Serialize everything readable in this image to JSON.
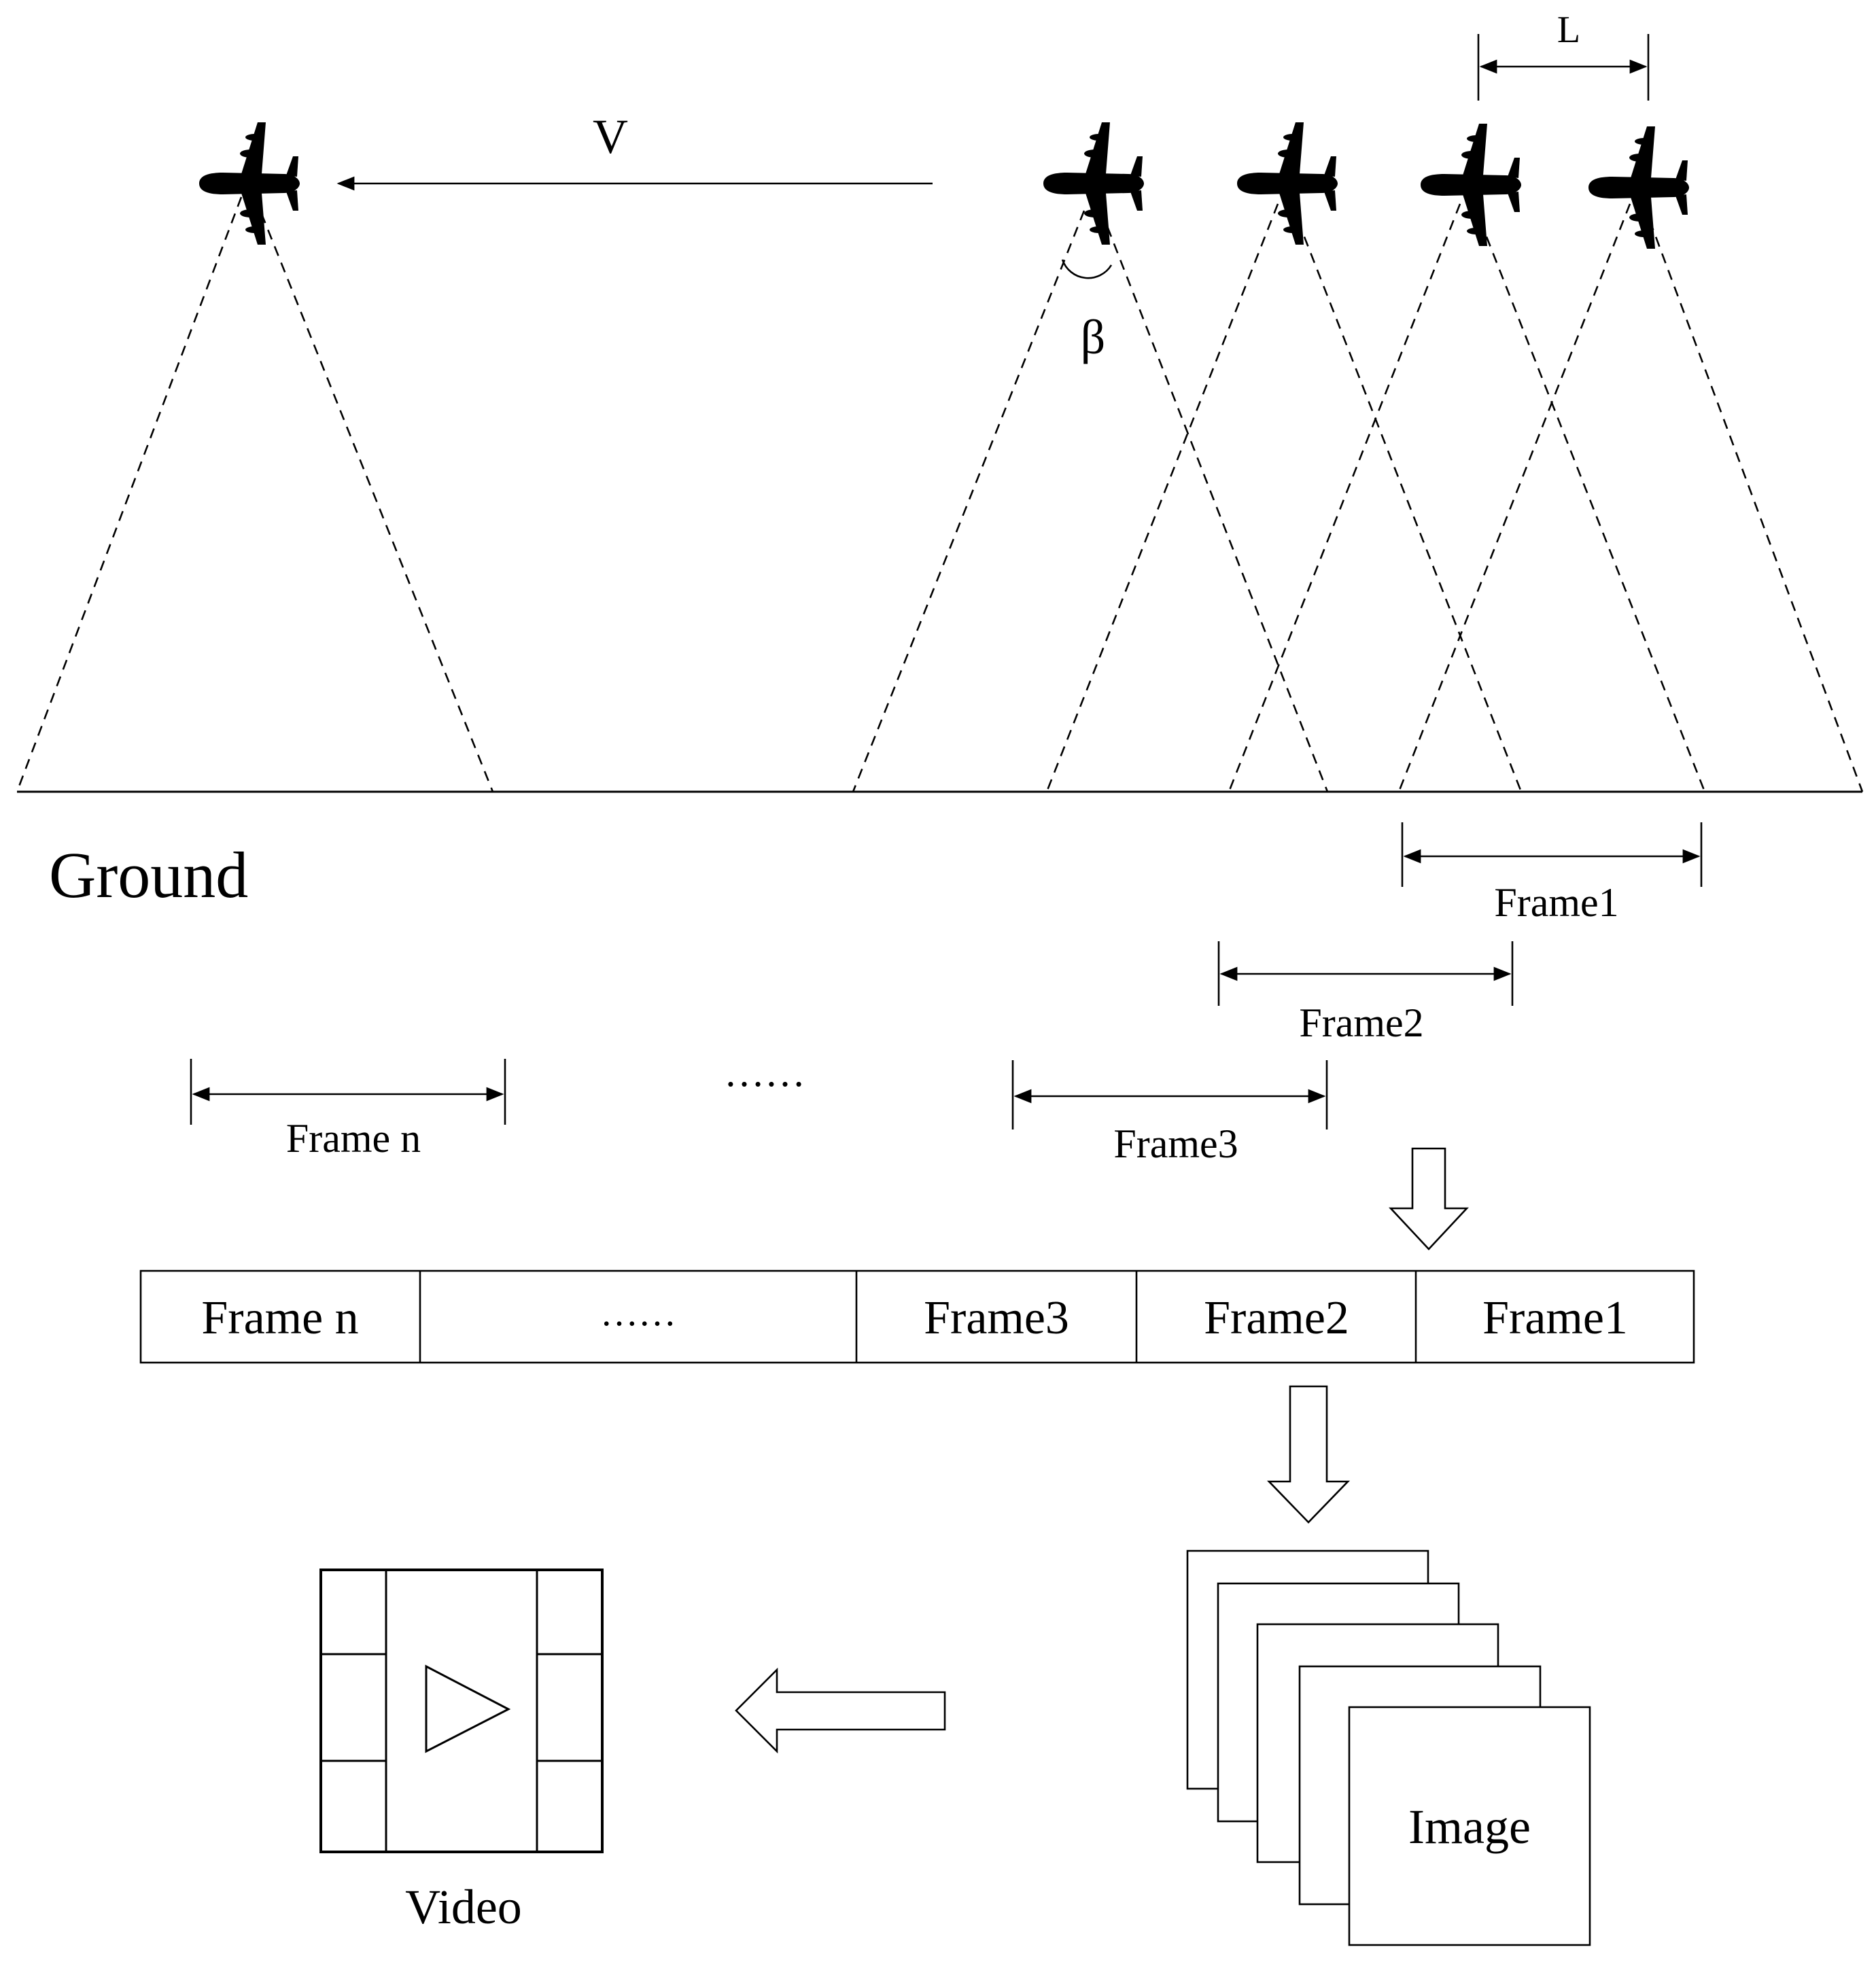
{
  "labels": {
    "velocity": "V",
    "baseline": "L",
    "angle": "β",
    "ground": "Ground",
    "ellipsis": "……",
    "video": "Video",
    "image": "Image"
  },
  "footprints": [
    {
      "label": "Frame1"
    },
    {
      "label": "Frame2"
    },
    {
      "label": "Frame3"
    },
    {
      "label": "Frame n"
    }
  ],
  "sequence": [
    "Frame n",
    "……",
    "Frame3",
    "Frame2",
    "Frame1"
  ],
  "icons": {
    "aircraft": "airplane-icon",
    "video": "video-icon",
    "play": "play-icon",
    "images": "image-stack-icon",
    "arrows": "hollow-arrow-icon"
  },
  "colors": {
    "stroke": "#000000",
    "background": "#ffffff"
  }
}
